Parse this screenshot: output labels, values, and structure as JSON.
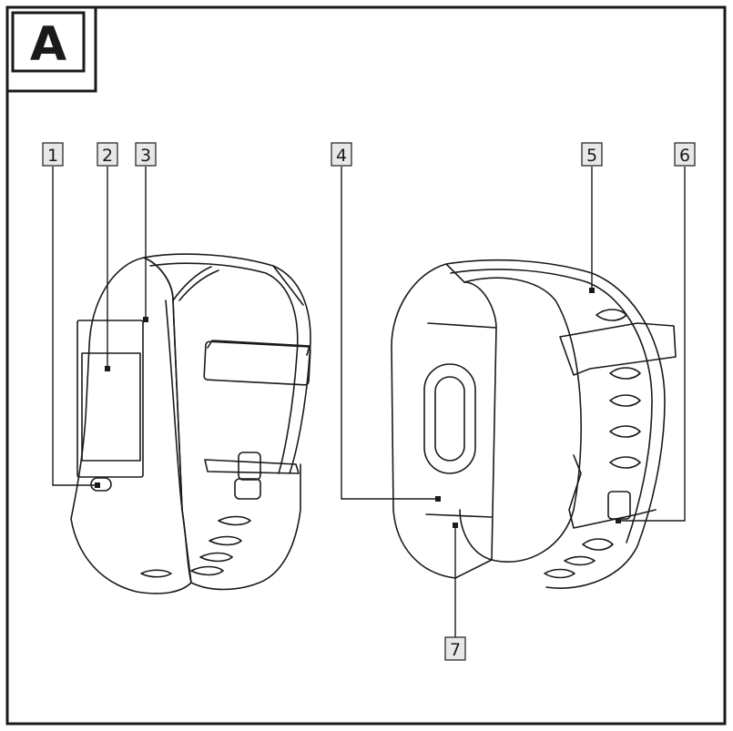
{
  "figure": {
    "panel_letter": "A"
  },
  "callouts": [
    {
      "number": "1"
    },
    {
      "number": "2"
    },
    {
      "number": "3"
    },
    {
      "number": "4"
    },
    {
      "number": "5"
    },
    {
      "number": "6"
    },
    {
      "number": "7"
    }
  ],
  "colors": {
    "line": "#1a1a1a",
    "label_box_fill": "#e8e8e8",
    "background": "#ffffff"
  }
}
